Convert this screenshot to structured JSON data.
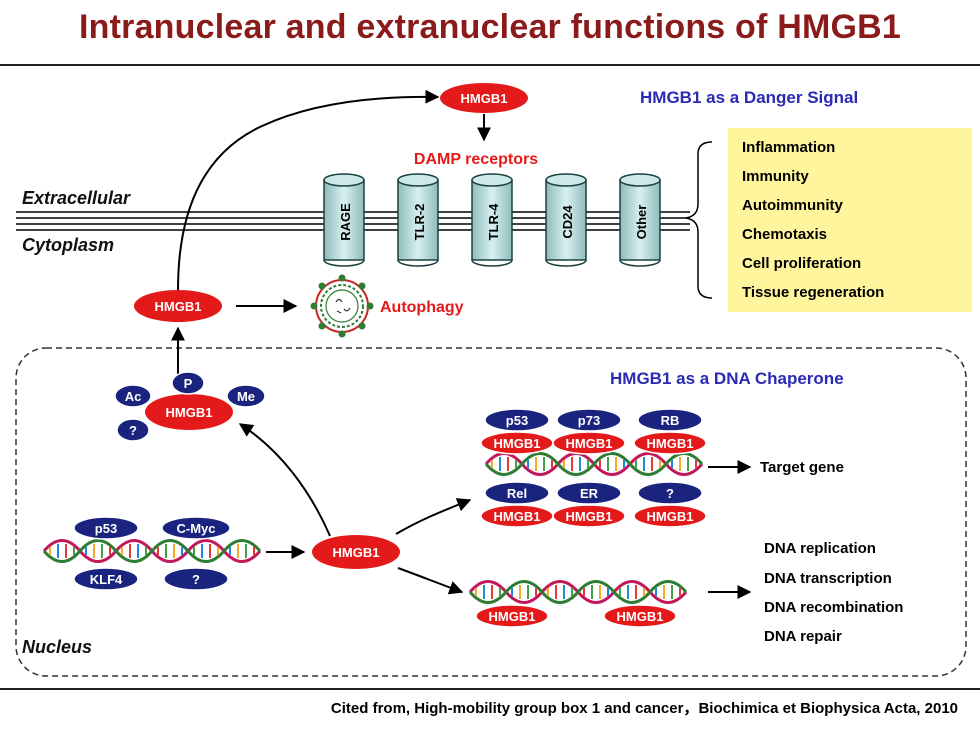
{
  "slide": {
    "title": "Intranuclear and extranuclear functions of HMGB1",
    "citation": "Cited from, High-mobility group box 1 and cancer，Biochimica et Biophysica Acta, 2010"
  },
  "colors": {
    "title": "#8b1a1a",
    "hmgb1": "#e41a1a",
    "partner": "#1a237e",
    "heading": "#2a2ab5",
    "damp": "#e41a1a",
    "outcomes_box": "#fff59d"
  },
  "danger": {
    "heading": "HMGB1 as a Danger Signal",
    "hmgb1": "HMGB1",
    "damp_label": "DAMP receptors",
    "receptors": [
      "RAGE",
      "TLR-2",
      "TLR-4",
      "CD24",
      "Other"
    ],
    "outcomes": [
      "Inflammation",
      "Immunity",
      "Autoimmunity",
      "Chemotaxis",
      "Cell proliferation",
      "Tissue regeneration"
    ]
  },
  "membrane": {
    "extracellular": "Extracellular",
    "cytoplasm": "Cytoplasm"
  },
  "cytoplasm": {
    "hmgb1": "HMGB1",
    "autophagy": "Autophagy"
  },
  "chaperone": {
    "heading": "HMGB1 as a DNA Chaperone",
    "nucleus": "Nucleus",
    "modified": {
      "hmgb1": "HMGB1",
      "ac": "Ac",
      "p": "P",
      "me": "Me",
      "q": "?"
    },
    "left_top": [
      "p53",
      "C-Myc"
    ],
    "left_bottom": [
      "KLF4",
      "?"
    ],
    "center_hmgb1": "HMGB1",
    "partners_top": [
      "p53",
      "p73",
      "RB"
    ],
    "partners_bottom": [
      "Rel",
      "ER",
      "?"
    ],
    "hmgb1_top": [
      "HMGB1",
      "HMGB1",
      "HMGB1"
    ],
    "hmgb1_bottom": [
      "HMGB1",
      "HMGB1",
      "HMGB1"
    ],
    "target_gene": "Target gene",
    "lower_hmgb1": [
      "HMGB1",
      "HMGB1"
    ],
    "functions": [
      "DNA replication",
      "DNA transcription",
      "DNA recombination",
      "DNA repair"
    ]
  }
}
